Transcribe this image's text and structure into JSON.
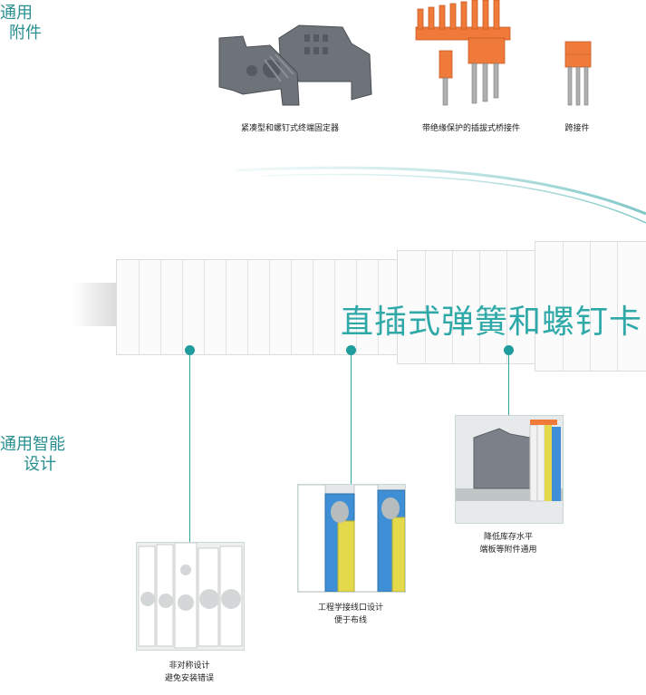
{
  "accessories": {
    "title_line1": "通用",
    "title_line2": "附件",
    "items": [
      {
        "caption": "紧凑型和螺钉式终端固定器"
      },
      {
        "caption": "带绝缘保护的插拔式桥接件"
      },
      {
        "caption": "跨接件"
      }
    ]
  },
  "design": {
    "title_line1": "通用智能",
    "title_line2": "设计",
    "headline": "直插式弹簧和螺钉卡",
    "features": [
      {
        "line1": "非对称设计",
        "line2": "避免安装错误"
      },
      {
        "line1": "工程学接线口设计",
        "line2": "便于布线"
      },
      {
        "line1": "降低库存水平",
        "line2": "端板等附件通用"
      }
    ]
  },
  "colors": {
    "accent": "#2fa8a8",
    "bridge_orange": "#f07a3a",
    "end_stop_gray": "#6e737a"
  }
}
